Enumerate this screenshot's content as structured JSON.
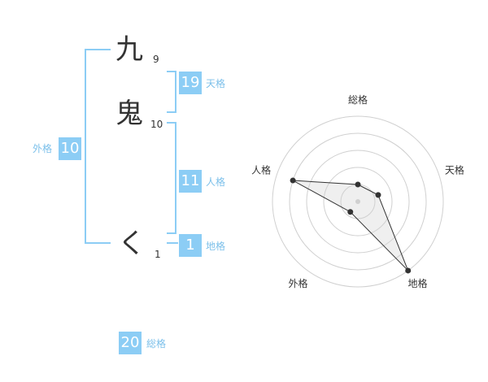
{
  "characters": [
    {
      "char": "九",
      "strokes": "9"
    },
    {
      "char": "鬼",
      "strokes": "10"
    },
    {
      "char": "く",
      "strokes": "1"
    }
  ],
  "grades": {
    "tenkaku": {
      "value": "19",
      "label": "天格"
    },
    "jinkaku": {
      "value": "11",
      "label": "人格"
    },
    "chikaku": {
      "value": "1",
      "label": "地格"
    },
    "gaikaku": {
      "value": "10",
      "label": "外格"
    },
    "soukaku": {
      "value": "20",
      "label": "総格"
    }
  },
  "chart_data": {
    "type": "radar",
    "axes": [
      "総格",
      "天格",
      "地格",
      "外格",
      "人格"
    ],
    "values": [
      20,
      19,
      1,
      10,
      11
    ],
    "normalized": [
      0.2,
      0.25,
      1.0,
      0.15,
      0.8
    ]
  },
  "colors": {
    "accent": "#8ccdf5",
    "label": "#7cc0ea",
    "text": "#333333"
  }
}
